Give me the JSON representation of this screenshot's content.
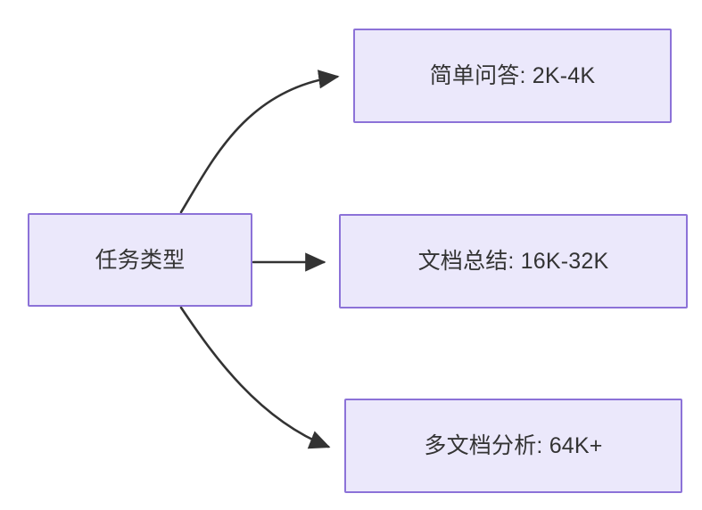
{
  "diagram": {
    "type": "flowchart",
    "direction": "left-to-right",
    "background_color": "#ffffff",
    "node_fill_color": "#ebe8fb",
    "node_border_color": "#8c72d8",
    "node_text_color": "#333333",
    "edge_color": "#333333",
    "nodes": {
      "source": {
        "label": "任务类型"
      },
      "simple_qa": {
        "label": "简单问答: 2K-4K"
      },
      "doc_summary": {
        "label": "文档总结: 16K-32K"
      },
      "multi_doc": {
        "label": "多文档分析: 64K+"
      }
    },
    "edges": [
      {
        "from": "source",
        "to": "simple_qa",
        "style": "curved",
        "arrow": "arrowhead-right"
      },
      {
        "from": "source",
        "to": "doc_summary",
        "style": "straight",
        "arrow": "arrowhead-right"
      },
      {
        "from": "source",
        "to": "multi_doc",
        "style": "curved",
        "arrow": "arrowhead-right"
      }
    ]
  }
}
